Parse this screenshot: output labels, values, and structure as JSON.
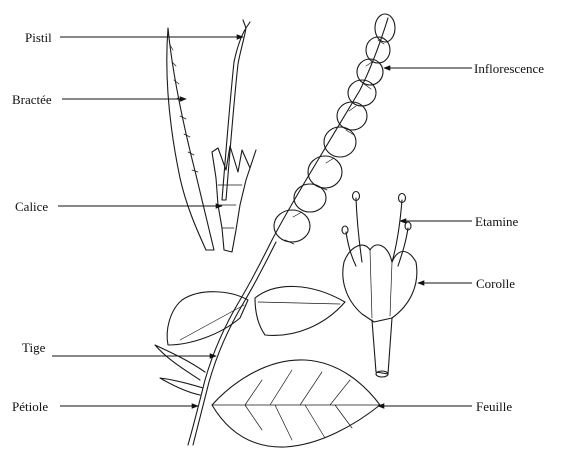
{
  "labels": {
    "pistil": "Pistil",
    "bractee": "Bractée",
    "calice": "Calice",
    "tige": "Tige",
    "petiole": "Pétiole",
    "inflorescence": "Inflorescence",
    "etamine": "Etamine",
    "corolle": "Corolle",
    "feuille": "Feuille"
  }
}
